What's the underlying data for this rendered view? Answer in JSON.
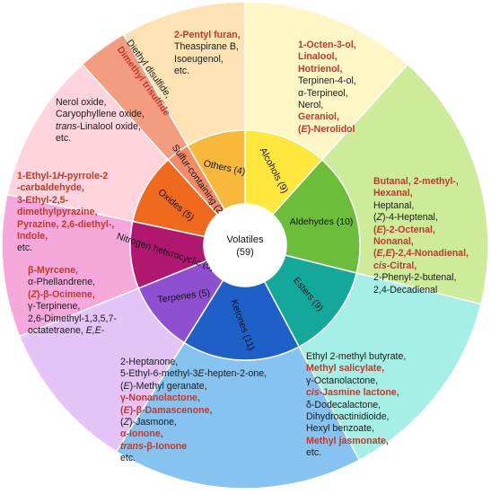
{
  "center": {
    "title": "Volatiles",
    "count": "(59)"
  },
  "categories": [
    {
      "id": "alcohols",
      "name": "Alcohols (9)",
      "inner_color": "#ffe83b",
      "outer_color": "#fff6c6",
      "compounds": [
        {
          "text": "1-Octen-3-ol,",
          "highlight": true
        },
        {
          "text": "Linalool,",
          "highlight": true
        },
        {
          "text": "Hotrienol,",
          "highlight": true
        },
        {
          "text": "Terpinen-4-ol,",
          "highlight": false
        },
        {
          "text": "α-Terpineol,",
          "highlight": false
        },
        {
          "text": "Nerol,",
          "highlight": false
        },
        {
          "text": "Geraniol,",
          "highlight": true
        },
        {
          "text": "(E)-Nerolidol",
          "highlight": true
        }
      ]
    },
    {
      "id": "aldehydes",
      "name": "Aldehydes (10)",
      "inner_color": "#6cbe3a",
      "outer_color": "#cdec9a",
      "compounds": [
        {
          "text": "Butanal, 2-methyl-,",
          "highlight": true
        },
        {
          "text": "Hexanal,",
          "highlight": true
        },
        {
          "text": "Heptanal,",
          "highlight": false
        },
        {
          "text": "(Z)-4-Heptenal,",
          "highlight": false
        },
        {
          "text": "(E)-2-Octenal,",
          "highlight": true
        },
        {
          "text": "Nonanal,",
          "highlight": true
        },
        {
          "text": "(E,E)-2,4-Nonadienal,",
          "highlight": true
        },
        {
          "text": "cis-Citral,",
          "highlight": true
        },
        {
          "text": "2-Phenyl-2-butenal,",
          "highlight": false
        },
        {
          "text": "2,4-Decadienal",
          "highlight": false
        }
      ]
    },
    {
      "id": "esters",
      "name": "Esters (9)",
      "inner_color": "#14a89a",
      "outer_color": "#a6efe6",
      "compounds": [
        {
          "text": "Ethyl 2-methyl butyrate,",
          "highlight": false
        },
        {
          "text": "Methyl salicylate,",
          "highlight": true
        },
        {
          "text": "γ-Octanolactone,",
          "highlight": false
        },
        {
          "text": "cis-Jasmine lactone,",
          "highlight": true
        },
        {
          "text": "δ-Dodecalactone,",
          "highlight": false
        },
        {
          "text": "Dihydroactinidioide,",
          "highlight": false
        },
        {
          "text": "Hexyl benzoate,",
          "highlight": false
        },
        {
          "text": "Methyl jasmonate,",
          "highlight": true
        },
        {
          "text": "etc.",
          "highlight": false
        }
      ]
    },
    {
      "id": "ketones",
      "name": "Ketones (11)",
      "inner_color": "#1f5fc8",
      "outer_color": "#86c3f0",
      "compounds": [
        {
          "text": "2-Heptanone,",
          "highlight": false
        },
        {
          "text": "5-Ethyl-6-methyl-3E-hepten-2-one,",
          "highlight": false
        },
        {
          "text": "(E)-Methyl geranate,",
          "highlight": false
        },
        {
          "text": "γ-Nonanolactone,",
          "highlight": true
        },
        {
          "text": "(E)-β-Damascenone,",
          "highlight": true
        },
        {
          "text": "(Z)-Jasmone,",
          "highlight": false
        },
        {
          "text": "α-Ionone,",
          "highlight": true
        },
        {
          "text": "trans-β-Ionone",
          "highlight": true
        },
        {
          "text": "etc.",
          "highlight": false
        }
      ]
    },
    {
      "id": "terpenes",
      "name": "Terpenes (5)",
      "inner_color": "#8e4fd0",
      "outer_color": "#e4c4f6",
      "compounds": [
        {
          "text": "β-Myrcene,",
          "highlight": true
        },
        {
          "text": "α-Phellandrene,",
          "highlight": false
        },
        {
          "text": "(Z)-β-Ocimene,",
          "highlight": true
        },
        {
          "text": "γ-Terpinene,",
          "highlight": false
        },
        {
          "text": "2,6-Dimethyl-1,3,5,7-",
          "highlight": false
        },
        {
          "text": "octatetraene, E,E-",
          "highlight": false
        }
      ]
    },
    {
      "id": "nitrogen",
      "name": "Nitrogen heterocyclic (5)",
      "inner_color": "#b0176f",
      "outer_color": "#f6a8dc",
      "compounds": [
        {
          "text": "1-Ethyl-1H-pyrrole-2",
          "highlight": true
        },
        {
          "text": "-carbaldehyde,",
          "highlight": true
        },
        {
          "text": "3-Ethyl-2,5-",
          "highlight": true
        },
        {
          "text": "dimethylpyrazine,",
          "highlight": true
        },
        {
          "text": "Pyrazine, 2,6-diethyl-,",
          "highlight": true
        },
        {
          "text": "Indole,",
          "highlight": true
        },
        {
          "text": "etc.",
          "highlight": false
        }
      ]
    },
    {
      "id": "oxides",
      "name": "Oxides (5)",
      "inner_color": "#f06a1e",
      "outer_color": "#ffd4dc",
      "compounds": [
        {
          "text": "Nerol oxide,",
          "highlight": false
        },
        {
          "text": "Caryophyllene oxide,",
          "highlight": false
        },
        {
          "text": "trans-Linalool oxide,",
          "highlight": false
        },
        {
          "text": "etc.",
          "highlight": false
        }
      ]
    },
    {
      "id": "sulfur",
      "name": "Sulfur-containing (2)",
      "inner_color": "#f48a66",
      "outer_color": "#f49c80",
      "compounds": [
        {
          "text": "Diethyl disulfide,",
          "highlight": false
        },
        {
          "text": "Dimethyl trisulfide",
          "highlight": true
        }
      ]
    },
    {
      "id": "others",
      "name": "Others (4)",
      "inner_color": "#f8b83a",
      "outer_color": "#fde3b4",
      "compounds": [
        {
          "text": "2-Pentyl furan,",
          "highlight": true
        },
        {
          "text": "Theaspirane B,",
          "highlight": false
        },
        {
          "text": "Isoeugenol,",
          "highlight": false
        },
        {
          "text": "etc.",
          "highlight": false
        }
      ]
    }
  ]
}
